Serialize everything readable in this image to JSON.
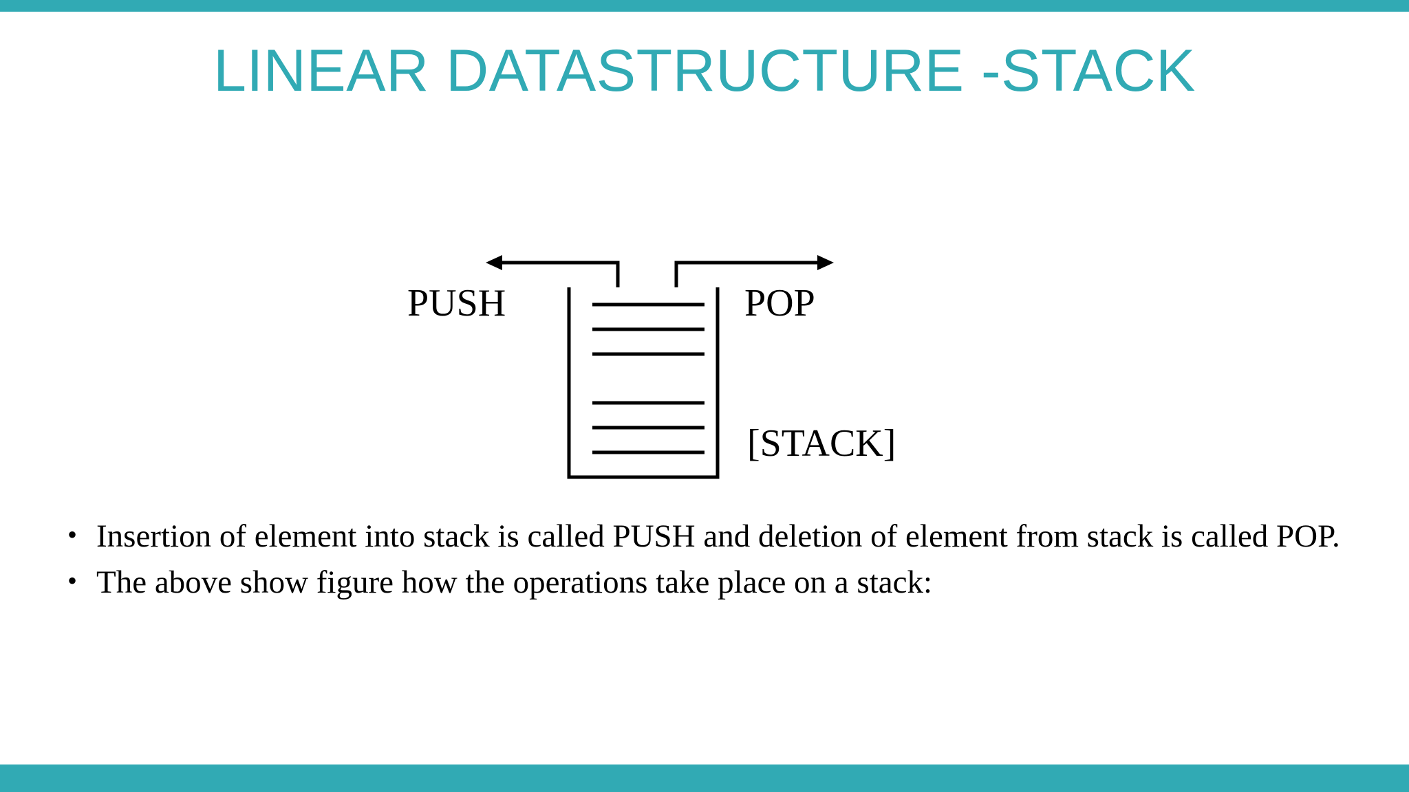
{
  "slide": {
    "title": "LINEAR DATASTRUCTURE -STACK",
    "accent_color": "#31AAB4",
    "text_color": "#000000",
    "background_color": "#FFFFFF"
  },
  "diagram": {
    "name": "stack-diagram",
    "labels": {
      "push": "PUSH",
      "pop": "POP",
      "stack": "[STACK]"
    },
    "arrows": [
      {
        "name": "push-arrow",
        "direction": "left"
      },
      {
        "name": "pop-arrow",
        "direction": "right"
      }
    ],
    "stack_slot_count": 6
  },
  "body": {
    "bullets": [
      "Insertion of element into stack is called PUSH and deletion of element from stack is called POP.",
      "The above show figure how the operations take place on a stack:"
    ],
    "bullet_glyph": "•"
  }
}
